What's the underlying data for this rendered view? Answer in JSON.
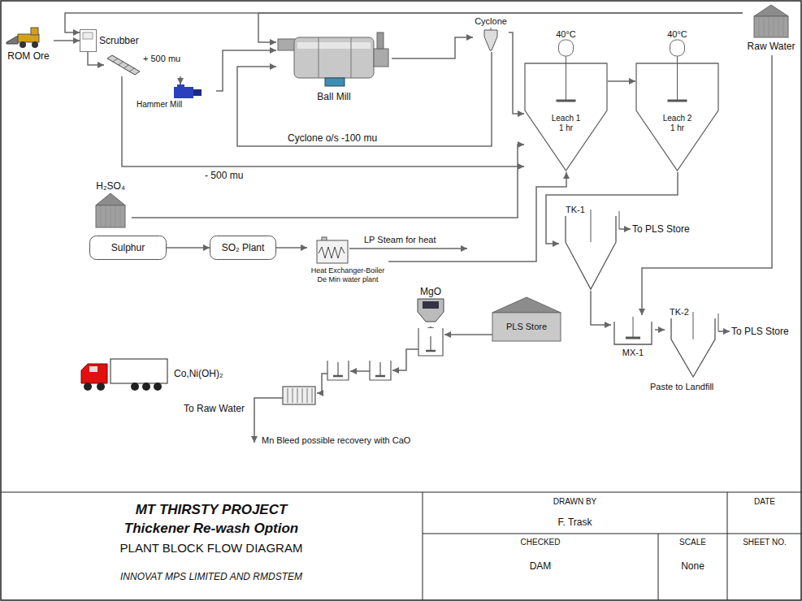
{
  "diagram": {
    "title": "MT THIRSTY PROJECT",
    "nodes": [
      {
        "text": [
          "ROM Ore"
        ]
      },
      {
        "text": [
          "Scrubber"
        ]
      },
      {
        "text": [
          "+ 500 mu"
        ]
      },
      {
        "text": [
          "Hammer Mill"
        ]
      },
      {
        "text": [
          "Ball Mill"
        ]
      },
      {
        "text": [
          "Cyclone"
        ]
      },
      {
        "text": [
          "Raw Water"
        ]
      },
      {
        "text": [
          "40°C",
          "Leach 1 1 hr"
        ]
      },
      {
        "text": [
          "40°C",
          "Leach 2 1 hr"
        ]
      },
      {
        "text": [
          "H₂SO₄"
        ]
      },
      {
        "text": [
          "Sulphur"
        ]
      },
      {
        "text": [
          "SO₂ Plant"
        ]
      },
      {
        "text": [
          "Heat Exchanger-Boiler De Min water plant"
        ]
      },
      {
        "text": [
          "MgO"
        ]
      },
      {
        "text": [
          "PLS Store"
        ]
      },
      {
        "text": [
          "TK-1"
        ]
      },
      {
        "text": [
          "MX-1"
        ]
      },
      {
        "text": [
          "TK-2"
        ]
      },
      {
        "text": [
          "Co,Ni(OH)₂"
        ]
      }
    ],
    "edges": [
      {
        "from": 0,
        "to": 1,
        "arrow": "to"
      },
      {
        "from": 6,
        "to": 1,
        "arrow": "to"
      },
      {
        "from": 6,
        "to": 4,
        "arrow": "to"
      },
      {
        "from": 1,
        "to": 2,
        "arrow": "to"
      },
      {
        "from": 2,
        "to": 3,
        "arrow": "to"
      },
      {
        "from": 3,
        "to": 4,
        "arrow": "to"
      },
      {
        "from": 4,
        "to": 5,
        "arrow": "to"
      },
      {
        "from": 5,
        "to": 4,
        "label": "Cyclone o/s -100 mu",
        "arrow": "to"
      },
      {
        "from": 5,
        "to": 7,
        "arrow": "to"
      },
      {
        "from": 2,
        "to": 7,
        "label": "- 500 mu",
        "arrow": "to"
      },
      {
        "from": 9,
        "to": 7,
        "arrow": "to"
      },
      {
        "from": 10,
        "to": 11,
        "arrow": "to"
      },
      {
        "from": 11,
        "to": 12,
        "arrow": "to"
      },
      {
        "from": 12,
        "to": 7,
        "arrow": "to"
      },
      {
        "from": 7,
        "to": 8,
        "arrow": "to"
      },
      {
        "from": 8,
        "to": 15,
        "arrow": "to"
      },
      {
        "from": 15,
        "to": 16,
        "arrow": "to"
      },
      {
        "from": 16,
        "to": 17,
        "arrow": "to"
      },
      {
        "from": 6,
        "to": 16,
        "arrow": "to"
      }
    ],
    "labels": [
      "Thickener Re-wash Option",
      "PLANT BLOCK FLOW DIAGRAM",
      "INNOVAT MPS LIMITED AND RMDSTEM",
      "DRAWN BY",
      "F. Trask",
      "DATE",
      "CHECKED",
      "SCALE",
      "SHEET NO.",
      "DAM",
      "None",
      "To PLS Store",
      "To PLS Store",
      "Paste to Landfill",
      "LP Steam for heat",
      "To Raw Water",
      "Mn Bleed possible recovery with CaO"
    ]
  }
}
